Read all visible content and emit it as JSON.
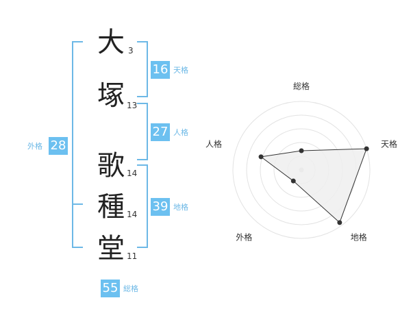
{
  "name_chars": [
    {
      "char": "大",
      "strokes": "3"
    },
    {
      "char": "塚",
      "strokes": "13"
    },
    {
      "char": "歌",
      "strokes": "14"
    },
    {
      "char": "種",
      "strokes": "14"
    },
    {
      "char": "堂",
      "strokes": "11"
    }
  ],
  "kaku": {
    "ten": {
      "value": "16",
      "label": "天格"
    },
    "jin": {
      "value": "27",
      "label": "人格"
    },
    "chi": {
      "value": "39",
      "label": "地格"
    },
    "gai": {
      "value": "28",
      "label": "外格"
    },
    "sou": {
      "value": "55",
      "label": "総格"
    }
  },
  "colors": {
    "accent": "#6cc0f0",
    "bracket": "#6cb8e6",
    "polygon_fill": "#eeeeee"
  },
  "chart_data": {
    "type": "radar",
    "axes": [
      "総格",
      "天格",
      "地格",
      "外格",
      "人格"
    ],
    "values": [
      0.28,
      1.0,
      0.95,
      0.2,
      0.62
    ],
    "range": [
      0,
      1
    ],
    "rings": 5
  }
}
